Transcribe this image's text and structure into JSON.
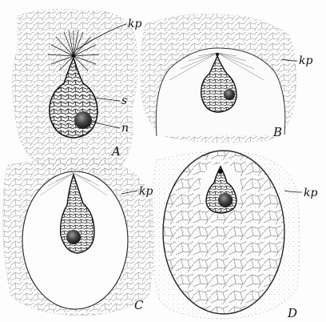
{
  "panels": [
    {
      "letter": "A"
    },
    {
      "letter": "B"
    },
    {
      "letter": "C"
    },
    {
      "letter": "D"
    }
  ],
  "labels": {
    "kp_a": "kp",
    "s": "s",
    "n": "n",
    "kp_b": "kp",
    "kp_c": "kp",
    "kp_d": "kp"
  },
  "colors": {
    "ink": "#1a1a1a",
    "tissue": "#8a8a8a",
    "paper": "#fdfdfd"
  }
}
